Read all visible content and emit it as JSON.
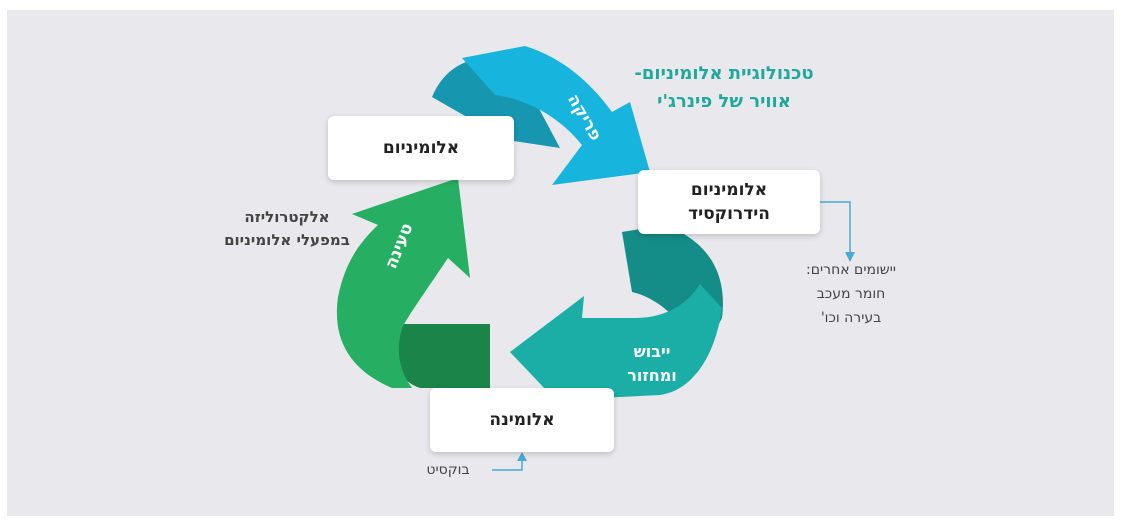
{
  "title_lines": [
    "טכנולוגיית אלומיניום-",
    "אוויר של פינרג'י"
  ],
  "boxes": {
    "aluminum": "אלומיניום",
    "hydroxide_lines": [
      "אלומיניום",
      "הידרוקסיד"
    ],
    "alumina": "אלומינה"
  },
  "arrows": {
    "discharge": "פריקה",
    "charging": "טעינה",
    "drying_lines": [
      "ייבוש",
      "ומחזור"
    ]
  },
  "notes": {
    "electrolysis_lines": [
      "אלקטרוליזה",
      "במפעלי אלומיניום"
    ],
    "other_uses_lines": [
      "יישומים אחרים:",
      "חומר מעכב",
      "בעירה וכו'"
    ],
    "bauxite": "בוקסיט"
  },
  "colors": {
    "blue_dark": "#1796b0",
    "blue_light": "#17b4dd",
    "teal_dark": "#148c88",
    "teal_light": "#1aaea7",
    "green_dark": "#1b8448",
    "green_light": "#26af62",
    "title": "#1ea99c",
    "connector": "#4aa8d8"
  }
}
